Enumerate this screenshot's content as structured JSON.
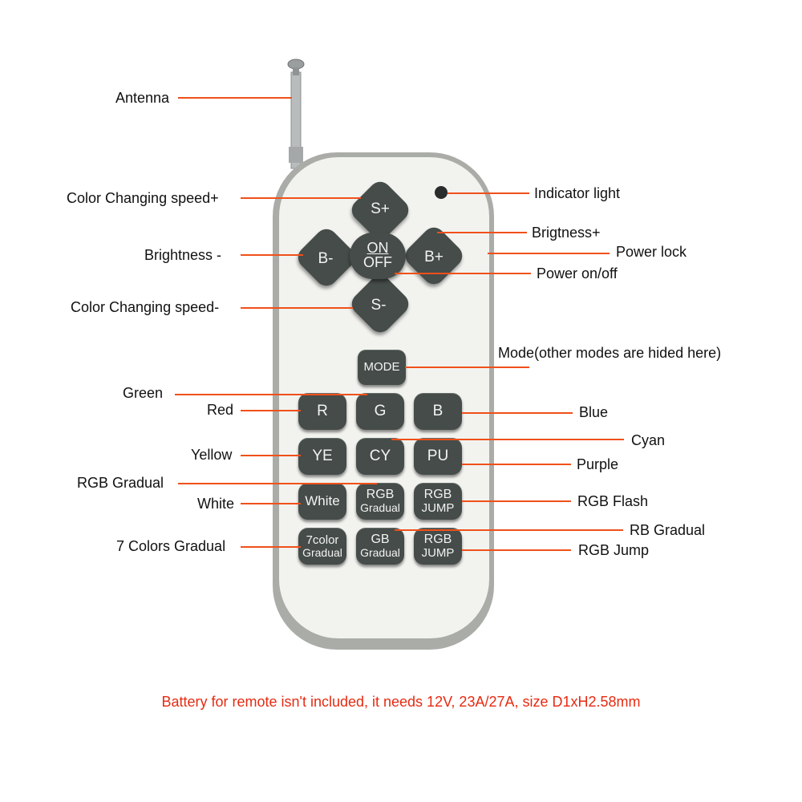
{
  "labels": {
    "antenna": "Antenna",
    "speed_plus": "Color Changing speed+",
    "indicator": "Indicator light",
    "brightness_plus": "Brigtness+",
    "brightness_minus": "Brightness -",
    "power_lock": "Power lock",
    "power_onoff": "Power on/off",
    "speed_minus": "Color Changing speed-",
    "mode": "Mode(other modes are hided here)",
    "green": "Green",
    "red": "Red",
    "blue": "Blue",
    "cyan": "Cyan",
    "yellow": "Yellow",
    "purple": "Purple",
    "rgb_gradual": "RGB Gradual",
    "white": "White",
    "rgb_flash": "RGB Flash",
    "rb_gradual": "RB Gradual",
    "seven_colors": "7 Colors Gradual",
    "rgb_jump": "RGB Jump"
  },
  "keys": {
    "s_plus": "S+",
    "s_minus": "S-",
    "b_minus": "B-",
    "b_plus": "B+",
    "on": "ON",
    "off": "OFF",
    "mode": "MODE",
    "r": "R",
    "g": "G",
    "b": "B",
    "ye": "YE",
    "cy": "CY",
    "pu": "PU",
    "white": "White",
    "rgb": "RGB",
    "gradual": "Gradual",
    "jump": "JUMP",
    "seven_color": "7color",
    "gb": "GB"
  },
  "footer": "Battery for remote isn't included, it needs 12V, 23A/27A, size D1xH2.58mm",
  "colors": {
    "leader": "#f0501a",
    "footer": "#e62b12",
    "key": "#454c49",
    "body": "#f2f3ef",
    "shell": "#a9aca7"
  }
}
